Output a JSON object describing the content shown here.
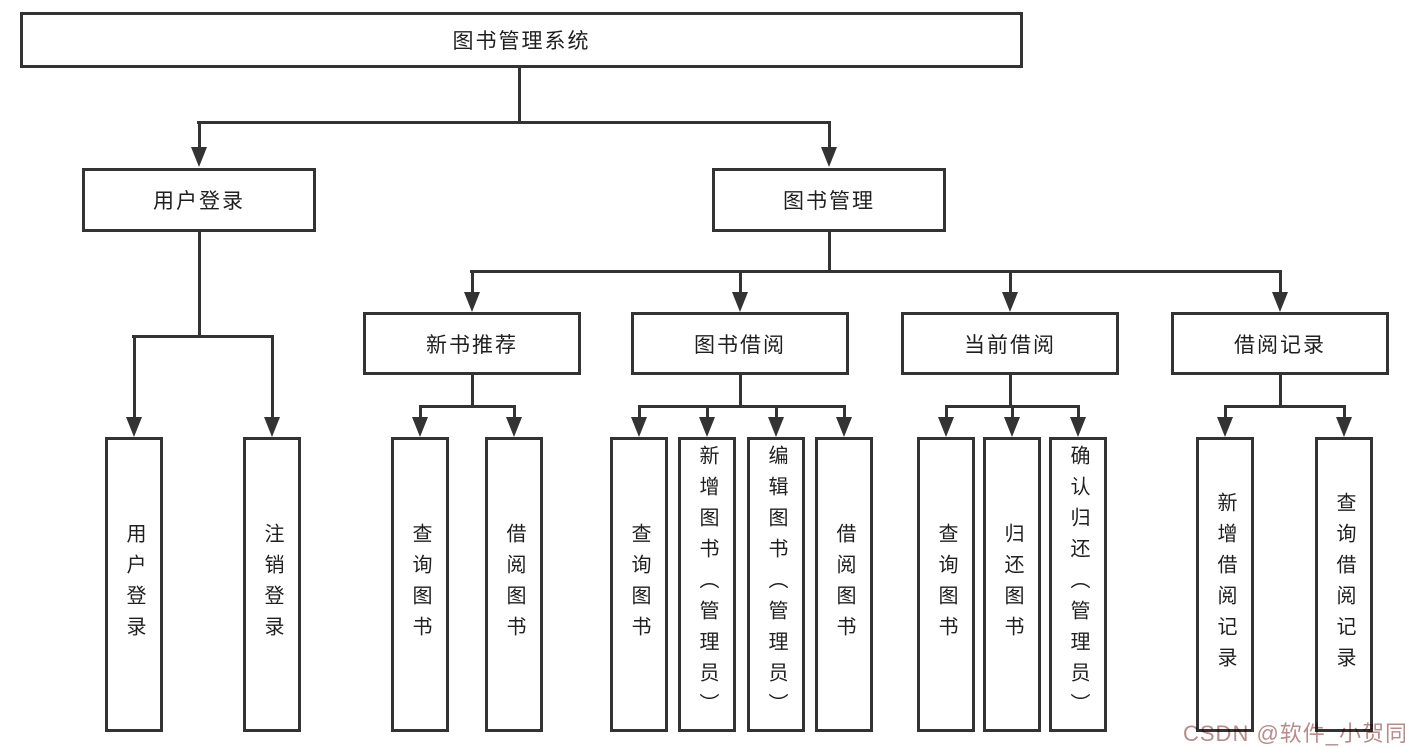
{
  "tree": {
    "root": "图书管理系统",
    "branches": [
      {
        "label": "用户登录",
        "leaves": [
          "用户登录",
          "注销登录"
        ]
      },
      {
        "label": "图书管理",
        "groups": [
          {
            "label": "新书推荐",
            "leaves": [
              "查询图书",
              "借阅图书"
            ]
          },
          {
            "label": "图书借阅",
            "leaves": [
              "查询图书",
              "新增图书（管理员）",
              "编辑图书（管理员）",
              "借阅图书"
            ]
          },
          {
            "label": "当前借阅",
            "leaves": [
              "查询图书",
              "归还图书",
              "确认归还（管理员）"
            ]
          },
          {
            "label": "借阅记录",
            "leaves": [
              "新增借阅记录",
              "查询借阅记录"
            ]
          }
        ]
      }
    ]
  },
  "watermark": {
    "text": "CSDN @软件_小贺同学",
    "color": "#b98b8b"
  },
  "colors": {
    "line": "#333333",
    "text": "#1f1f1f",
    "background": "#ffffff"
  }
}
